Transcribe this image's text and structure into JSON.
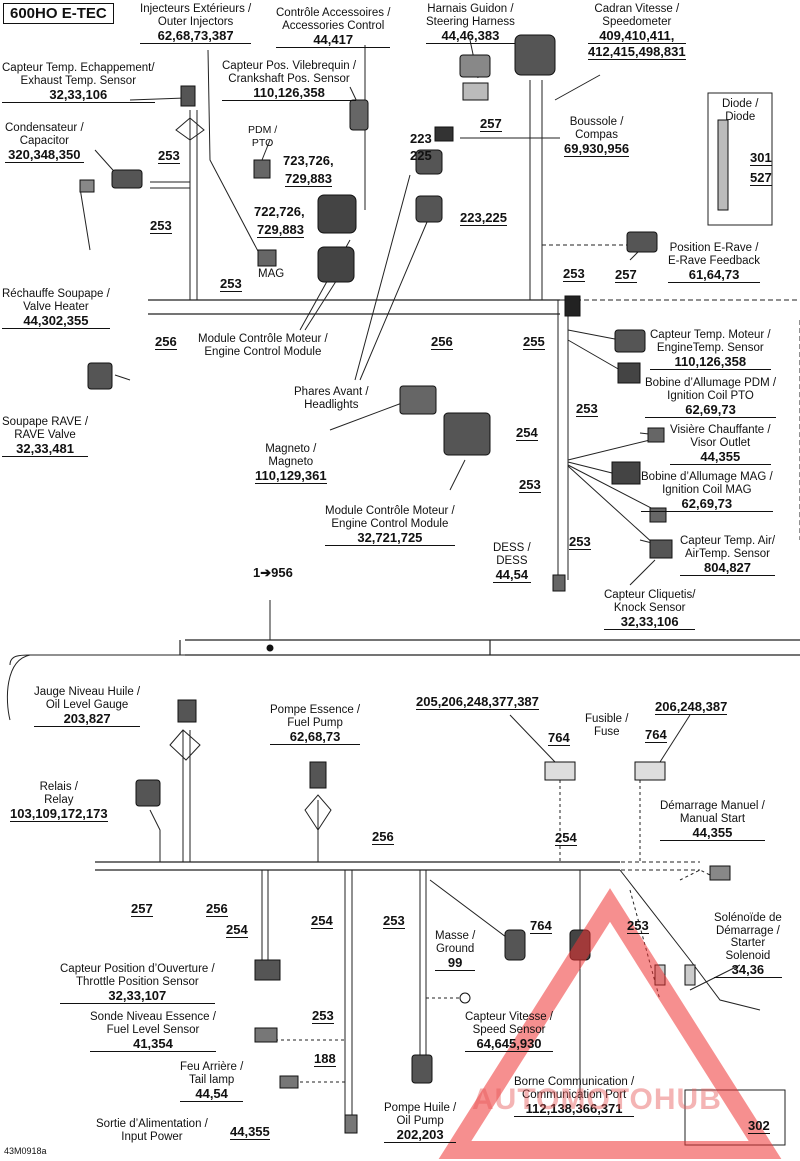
{
  "title": "600HO E-TEC",
  "drawing_code": "43M0918a",
  "watermark": "AUTOMOTOHUB",
  "components": {
    "injectors": {
      "fr": "Injecteurs Extérieurs /",
      "en": "Outer Injectors",
      "refs": "62,68,73,387"
    },
    "accessories_control": {
      "fr": "Contrôle Accessoires /",
      "en": "Accessories Control",
      "refs": "44,417"
    },
    "steering_harness": {
      "fr": "Harnais Guidon /",
      "en": "Steering Harness",
      "refs": "44,46,383"
    },
    "speedometer": {
      "fr": "Cadran Vitesse /",
      "en": "Speedometer",
      "refs1": "409,410,411,",
      "refs2": "412,415,498,831"
    },
    "exhaust_sensor": {
      "fr": "Capteur Temp. Echappement/",
      "en": "Exhaust Temp. Sensor",
      "refs": "32,33,106"
    },
    "crankshaft_sensor": {
      "fr": "Capteur Pos. Vilebrequin /",
      "en": "Crankshaft Pos. Sensor",
      "refs": "110,126,358"
    },
    "capacitor": {
      "fr": "Condensateur /",
      "en": "Capacitor",
      "refs": "320,348,350"
    },
    "pdm": {
      "fr": "PDM /",
      "en": "PTO"
    },
    "compass": {
      "fr": "Boussole /",
      "en": "Compas",
      "refs": "69,930,956"
    },
    "diode": {
      "fr": "Diode /",
      "en": "Diode",
      "refs1": "301",
      "refs2": "527"
    },
    "ecm_connectors_a": "723,726,",
    "ecm_connectors_b": "729,883",
    "ecm_connectors_c": "722,726,",
    "ecm_connectors_d": "729,883",
    "headlight_pins_a": "223",
    "headlight_pins_b": "225",
    "headlight_pins_c": "223,225",
    "mag": "MAG",
    "rave_feedback": {
      "fr": "Position E-Rave /",
      "en": "E-Rave Feedback",
      "refs": "61,64,73"
    },
    "valve_heater": {
      "fr": "Réchauffe Soupape /",
      "en": "Valve Heater",
      "refs": "44,302,355"
    },
    "ecm_label": {
      "fr": "Module Contrôle Moteur /",
      "en": "Engine Control Module"
    },
    "engine_temp": {
      "fr": "Capteur Temp. Moteur /",
      "en": "EngineTemp. Sensor",
      "refs": "110,126,358"
    },
    "coil_pto": {
      "fr": "Bobine d’Allumage PDM /",
      "en": "Ignition Coil PTO",
      "refs": "62,69,73"
    },
    "headlights": {
      "fr": "Phares Avant /",
      "en": "Headlights"
    },
    "rave_valve": {
      "fr": "Soupape RAVE /",
      "en": "RAVE Valve",
      "refs": "32,33,481"
    },
    "visor_outlet": {
      "fr": "Visière Chauffante /",
      "en": "Visor Outlet",
      "refs": "44,355"
    },
    "magneto": {
      "fr": "Magneto /",
      "en": "Magneto",
      "refs": "110,129,361"
    },
    "coil_mag": {
      "fr": "Bobine d’Allumage MAG /",
      "en": "Ignition Coil MAG",
      "refs": "62,69,73"
    },
    "ecm_main": {
      "fr": "Module Contrôle Moteur /",
      "en": "Engine Control Module",
      "refs": "32,721,725"
    },
    "air_temp": {
      "fr": "Capteur Temp. Air/",
      "en": "AirTemp. Sensor",
      "refs": "804,827"
    },
    "dess": {
      "fr": "DESS /",
      "en": "DESS",
      "refs": "44,54"
    },
    "knock_sensor": {
      "fr": "Capteur Cliquetis/",
      "en": "Knock Sensor",
      "refs": "32,33,106"
    },
    "continuation": "1➔956",
    "oil_gauge": {
      "fr": "Jauge Niveau Huile /",
      "en": "Oil Level Gauge",
      "refs": "203,827"
    },
    "fuel_pump": {
      "fr": "Pompe Essence /",
      "en": "Fuel Pump",
      "refs": "62,68,73"
    },
    "fuse_refs_left": "205,206,248,377,387",
    "fuse_refs_right": "206,248,387",
    "fuse": {
      "fr": "Fusible /",
      "en": "Fuse"
    },
    "fuse_id_a": "764",
    "fuse_id_b": "764",
    "relay": {
      "fr": "Relais /",
      "en": "Relay",
      "refs": "103,109,172,173"
    },
    "manual_start": {
      "fr": "Démarrage Manuel /",
      "en": "Manual Start",
      "refs": "44,355"
    },
    "speed_sensor_id": "764",
    "starter_solenoid": {
      "fr1": "Solénoïde de",
      "fr2": "Démarrage /",
      "en1": "Starter",
      "en2": "Solenoid",
      "refs": "34,36"
    },
    "ground": {
      "fr": "Masse /",
      "en": "Ground",
      "refs": "99"
    },
    "tps": {
      "fr": "Capteur Position d’Ouverture /",
      "en": "Throttle Position Sensor",
      "refs": "32,33,107"
    },
    "fuel_level": {
      "fr": "Sonde Niveau Essence /",
      "en": "Fuel Level Sensor",
      "refs": "41,354"
    },
    "speed_sensor": {
      "fr": "Capteur Vitesse /",
      "en": "Speed Sensor",
      "refs": "64,645,930"
    },
    "tail_lamp": {
      "fr": "Feu Arrière /",
      "en": "Tail lamp",
      "refs": "44,54"
    },
    "comm_port": {
      "fr": "Borne Communication /",
      "en": "Communication Port",
      "refs": "112,138,366,371"
    },
    "input_power": {
      "fr": "Sortie d’Alimentation /",
      "en": "Input Power",
      "refs": "44,355"
    },
    "oil_pump": {
      "fr": "Pompe Huile /",
      "en": "Oil Pump",
      "refs": "202,203"
    },
    "starter_box_ref": "302"
  },
  "harness_refs": [
    "253",
    "253",
    "253",
    "257",
    "253",
    "257",
    "256",
    "256",
    "255",
    "253",
    "254",
    "253",
    "253",
    "256",
    "254",
    "257",
    "256",
    "254",
    "254",
    "253",
    "764",
    "253",
    "253",
    "188"
  ]
}
